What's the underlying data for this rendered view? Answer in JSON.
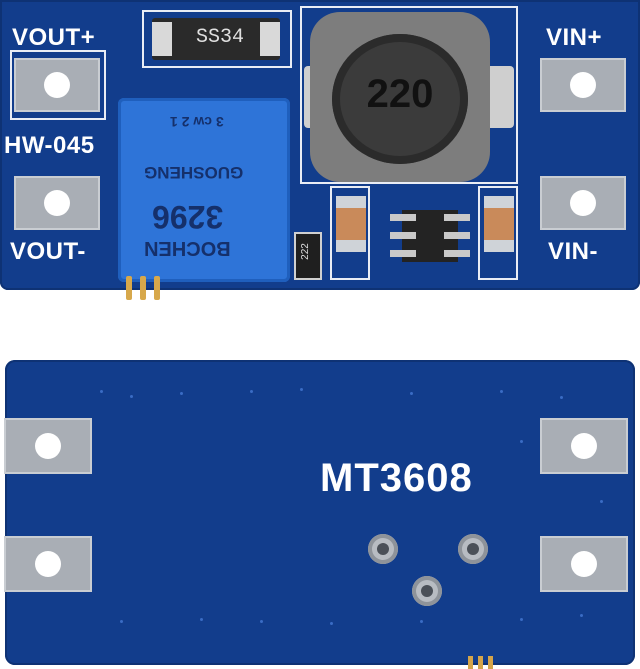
{
  "top_board": {
    "label_vout_plus": "VOUT+",
    "label_vout_minus": "VOUT-",
    "label_vin_plus": "VIN+",
    "label_vin_minus": "VIN-",
    "label_model": "HW-045",
    "diode_marking": "SS34",
    "inductor_marking": "220",
    "potentiometer": {
      "brand": "BOCHEN",
      "model": "3296",
      "maker": "GUOSHENG",
      "scale": "3 cw 2  1"
    },
    "small_resistor_marking": "222"
  },
  "bottom_board": {
    "chip_label": "MT3608"
  },
  "colors": {
    "pcb": "#123d8c",
    "silkscreen": "#ffffff",
    "pad": "#a9aeb5",
    "potentiometer": "#2e74d8"
  }
}
